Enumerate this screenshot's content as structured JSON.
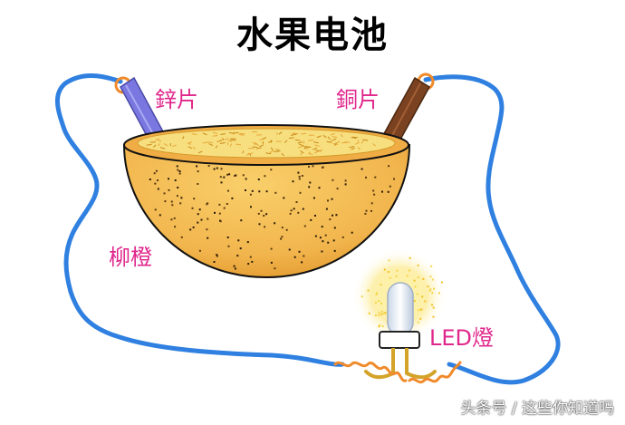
{
  "title": "水果电池",
  "labels": {
    "zinc": "鋅片",
    "copper": "銅片",
    "orange": "柳橙",
    "led": "LED燈"
  },
  "watermark": "头条号 / 这些你知道吗",
  "colors": {
    "wire": "#2f80e0",
    "label": "#e0278c",
    "orange_peel": "#f2b54d",
    "orange_pulp": "#f7df7f",
    "zinc_strip": "#7a78e0",
    "copper_strip": "#7a4220",
    "solder": "#f08a2a"
  }
}
